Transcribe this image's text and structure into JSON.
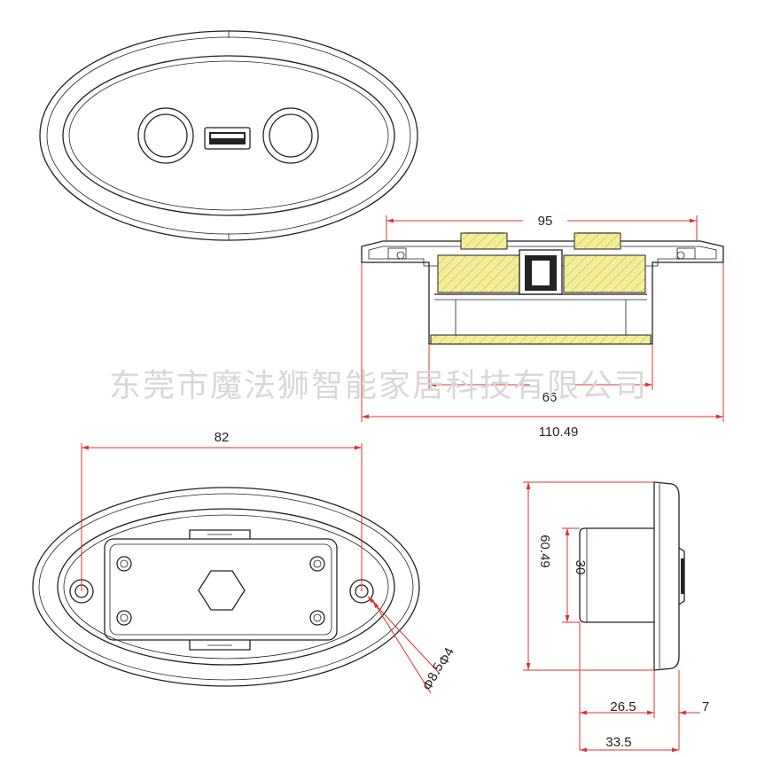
{
  "watermark": "东莞市魔法狮智能家居科技有限公司",
  "colors": {
    "dimension": "#e03030",
    "outline": "#222222",
    "hatch": "#e8e070",
    "watermark": "#d8d8d8"
  },
  "dimensions": {
    "side_width_95": "95",
    "side_inner_66": "66",
    "side_overall_110": "110.49",
    "bottom_hole_spacing_82": "82",
    "hole_small_dia": "Φ4",
    "hole_large_dia": "Φ8.5",
    "profile_height_60": "60.49",
    "profile_body_30": "30",
    "profile_depth_26": "26.5",
    "profile_flange_7": "7",
    "profile_total_33": "33.5"
  },
  "features": {
    "top_view": [
      "left-button",
      "usb-port",
      "right-button"
    ],
    "bottom_view": [
      "mounting-hole-left",
      "mounting-hole-right",
      "center-hex-boss",
      "screw-boss-4x"
    ]
  }
}
